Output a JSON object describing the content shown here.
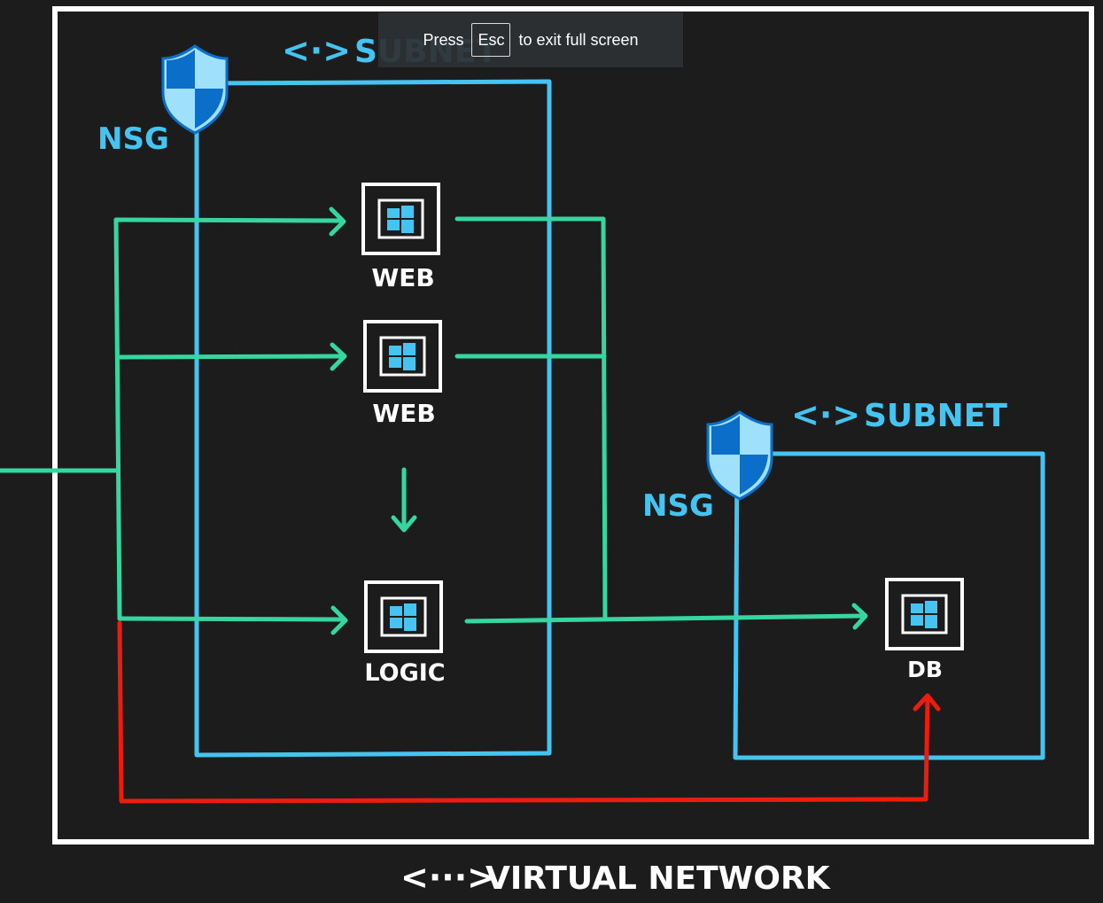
{
  "colors": {
    "background": "#1c1c1c",
    "vnet_border": "#ffffff",
    "subnet_border": "#45c4f2",
    "app_flow": "#35d6a0",
    "db_flow": "#ee1c0e",
    "shield_light": "#9fe0fb",
    "shield_dark": "#0b6fc9"
  },
  "labels": {
    "subnet_1": "SUBNET",
    "subnet_2": "SUBNET",
    "nsg_1": "NSG",
    "nsg_2": "NSG",
    "vm_web_1": "WEB",
    "vm_web_2": "WEB",
    "vm_logic": "LOGIC",
    "vm_db": "DB",
    "virtual_network": "VIRTUAL NETWORK",
    "subnet_bracket": "<·>",
    "vnet_bracket": "<···>"
  },
  "icons": {
    "nsg": "shield-icon",
    "vm": "virtual-machine-icon"
  },
  "fullscreen_banner": {
    "press": "Press",
    "key": "Esc",
    "rest": "to exit full screen"
  }
}
